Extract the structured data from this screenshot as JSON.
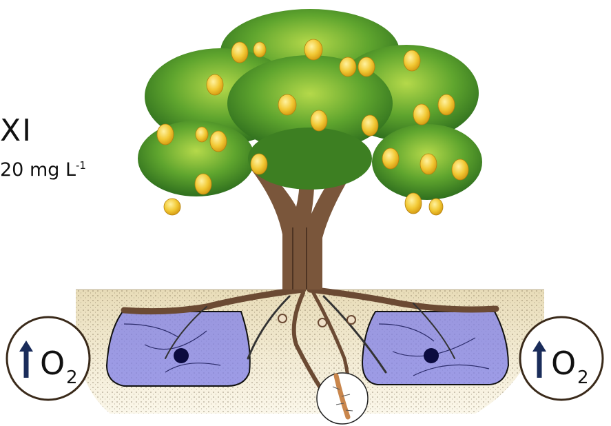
{
  "labels": {
    "treatment": "XI",
    "concentration": "20 mg L",
    "concentration_exponent": "-1"
  },
  "oxygen_markers": [
    {
      "side": "left",
      "symbol": "O",
      "subscript": "2",
      "arrow": "up"
    },
    {
      "side": "right",
      "symbol": "O",
      "subscript": "2",
      "arrow": "up"
    }
  ],
  "colors": {
    "wet_zone": "#7f7fe8",
    "arrow": "#1a2c5a",
    "trunk": "#6b4a33",
    "foliage": "#4f9a2a",
    "fruit": "#f2c935",
    "soil": "#efe6c8"
  }
}
